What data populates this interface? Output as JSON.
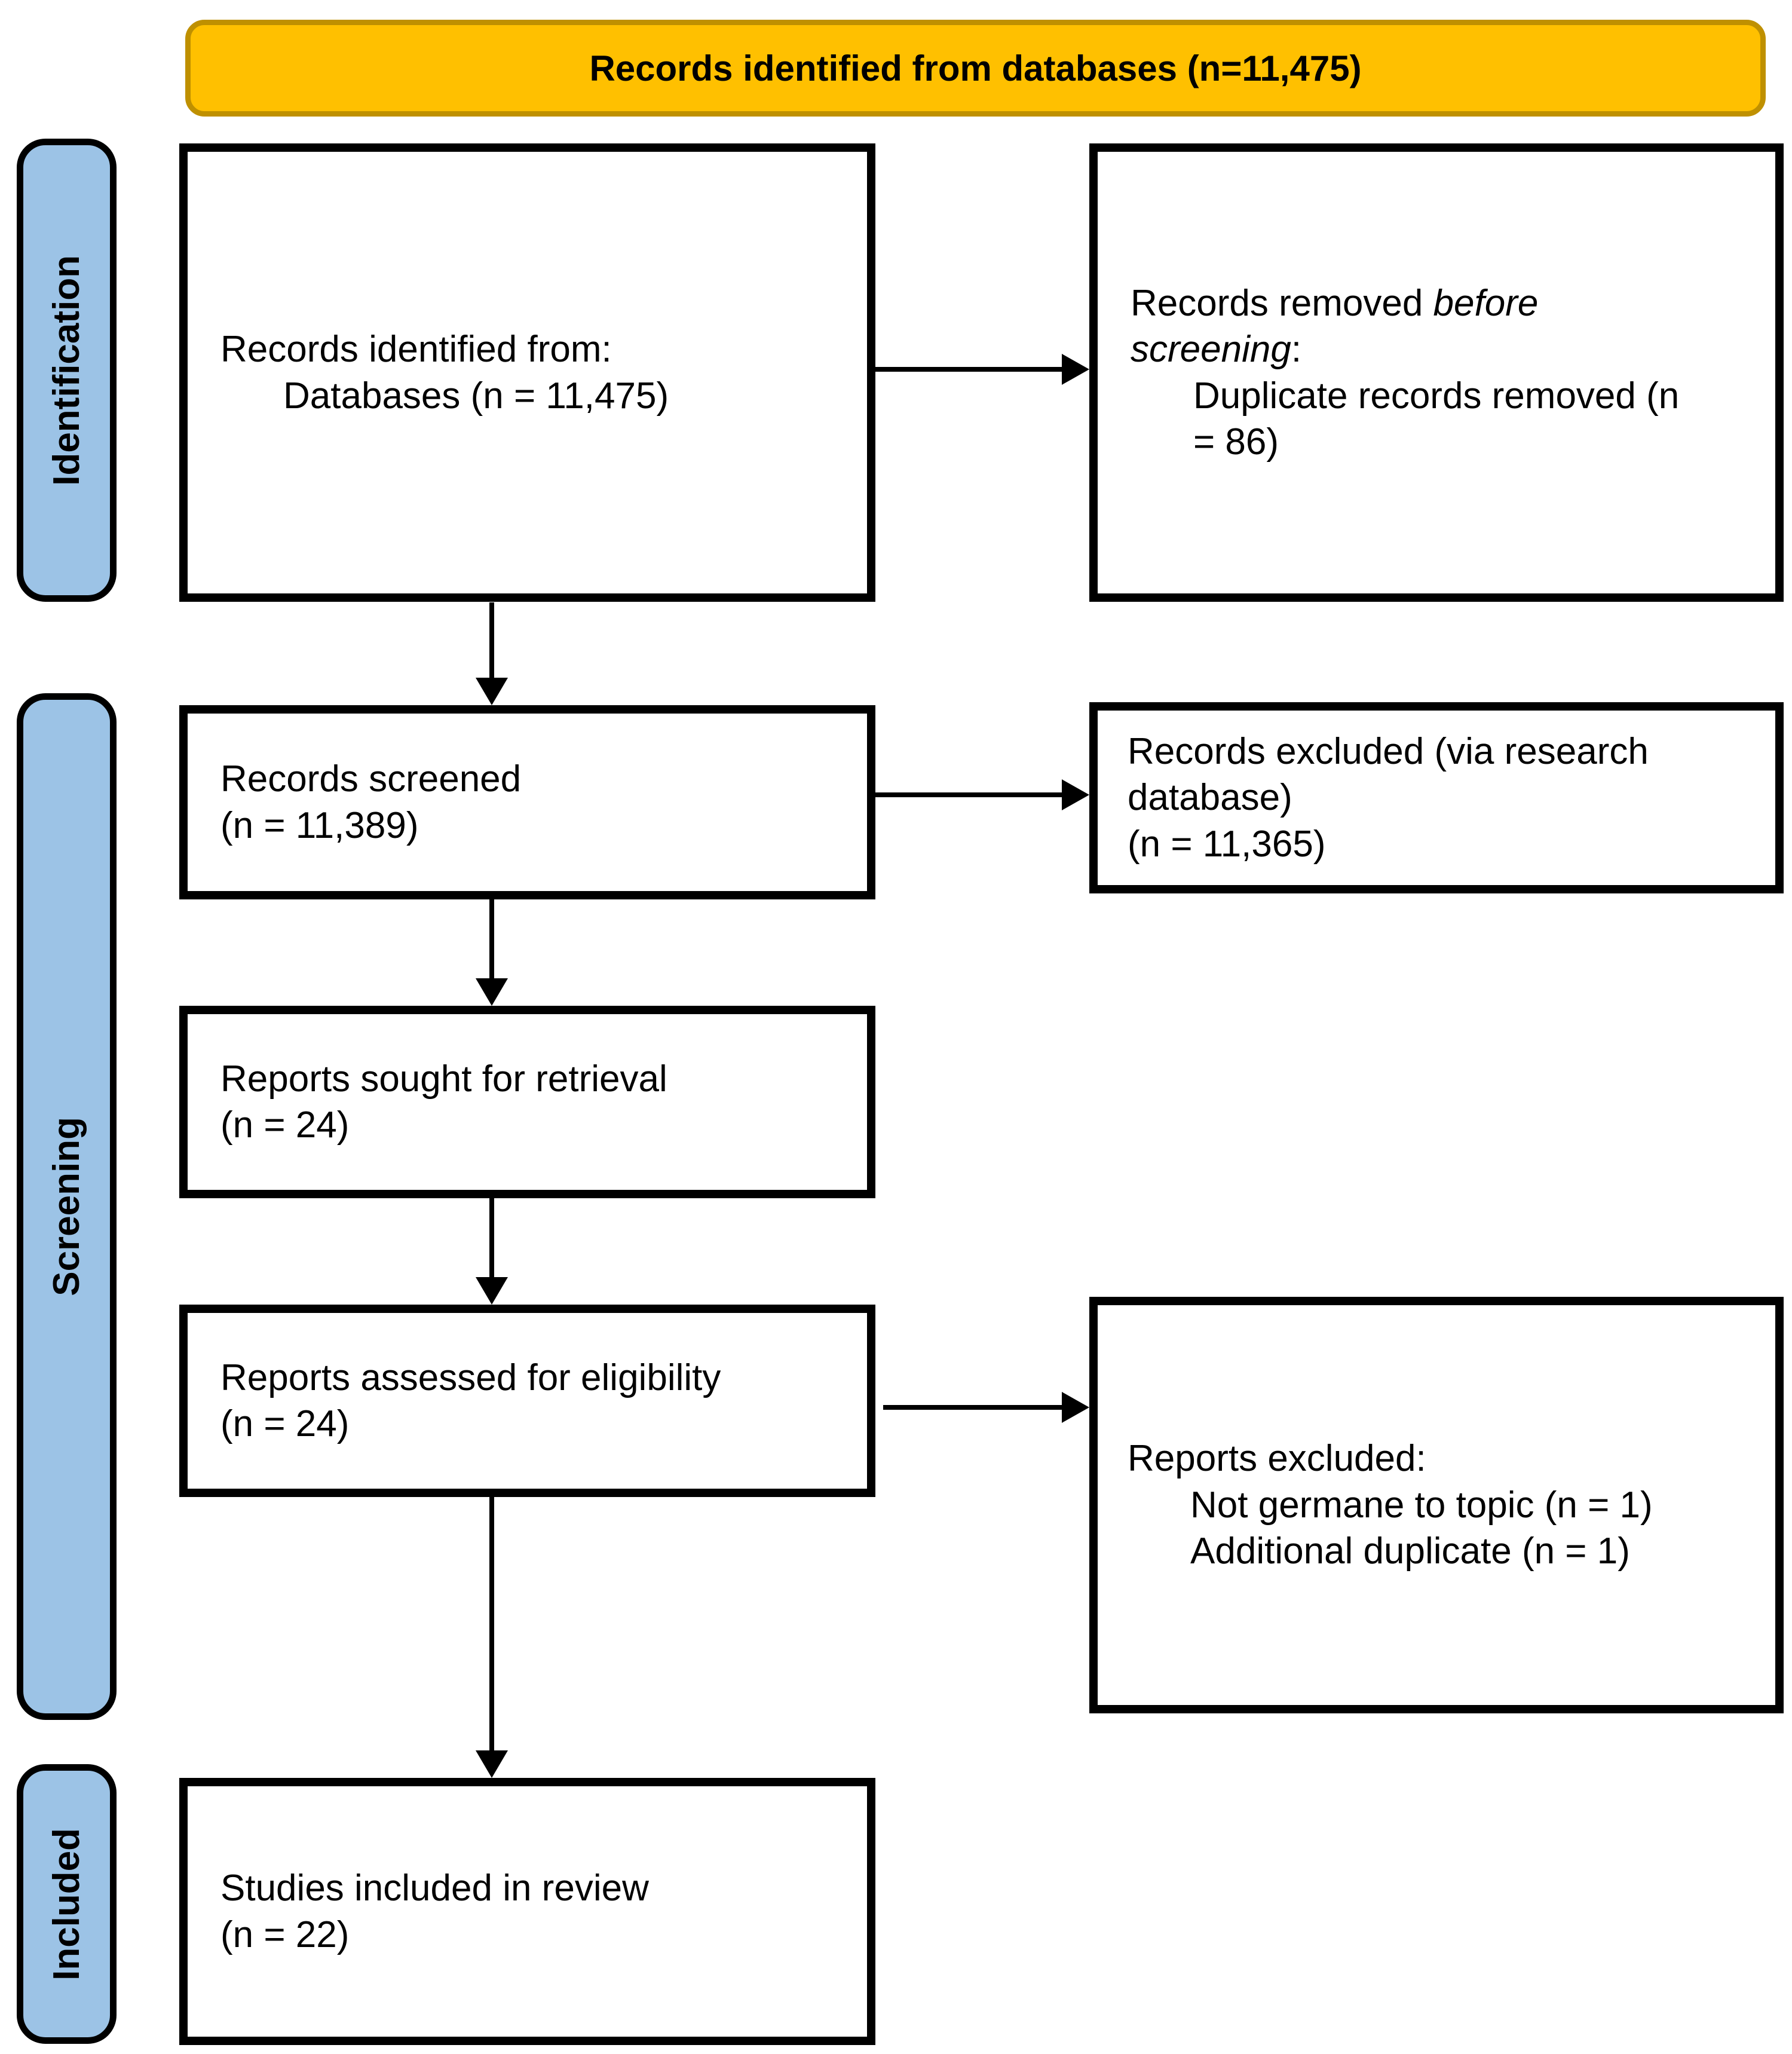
{
  "colors": {
    "header-bg": "#FFC000",
    "header-border": "#BF9000",
    "stage-bg": "#9CC3E6",
    "stage-border": "#000000"
  },
  "header": {
    "title": "Records identified from databases (n=11,475)"
  },
  "stages": {
    "identification": "Identification",
    "screening": "Screening",
    "included": "Included"
  },
  "boxes": {
    "records_identified": {
      "intro": "Records identified from:",
      "detail": "Databases (n = 11,475)"
    },
    "records_removed": {
      "intro_normal": "Records removed ",
      "intro_italic_1": "before",
      "intro_italic_2": "screening",
      "intro_suffix": ":",
      "detail_line_1": "Duplicate records removed (n",
      "detail_line_2": "= 86)"
    },
    "records_screened": {
      "line_1": "Records screened",
      "line_2": "(n = 11,389)"
    },
    "records_excluded": {
      "line_1": "Records excluded (via research",
      "line_2": "database)",
      "line_3": "(n = 11,365)"
    },
    "reports_sought": {
      "line_1": "Reports sought for retrieval",
      "line_2": "(n = 24)"
    },
    "reports_assessed": {
      "line_1": "Reports assessed for eligibility",
      "line_2": "(n = 24)"
    },
    "reports_excluded": {
      "intro": "Reports excluded:",
      "detail_1": "Not germane to topic (n = 1)",
      "detail_2": "Additional duplicate (n = 1)"
    },
    "studies_included": {
      "line_1": "Studies included in review",
      "line_2": "(n = 22)"
    }
  }
}
